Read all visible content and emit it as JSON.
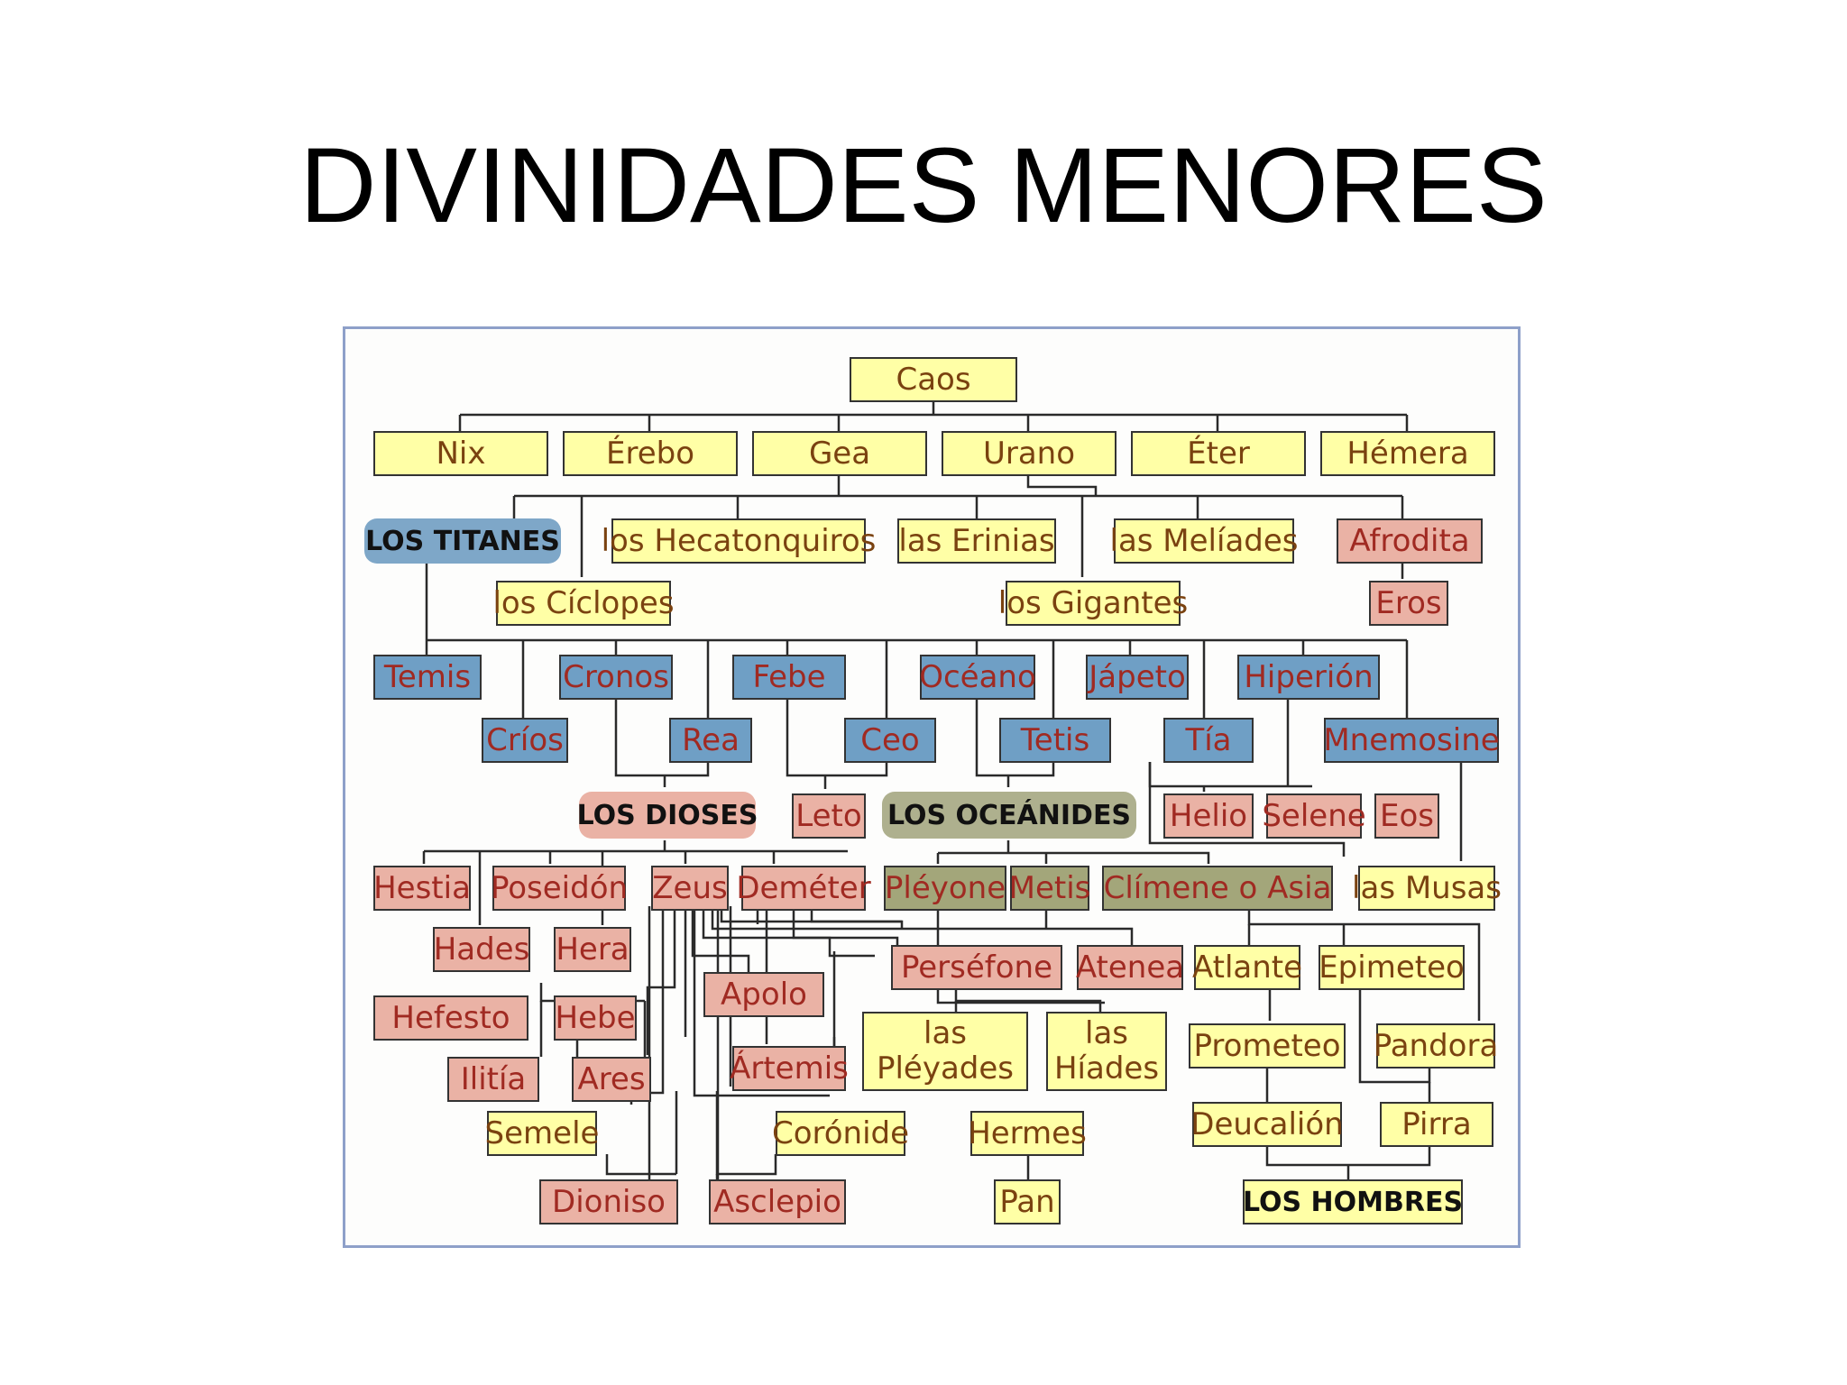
{
  "title": "DIVINIDADES MENORES",
  "nodes": {
    "caos": "Caos",
    "nix": "Nix",
    "erebo": "Érebo",
    "gea": "Gea",
    "urano": "Urano",
    "eter": "Éter",
    "hemera": "Hémera",
    "los_titanes": "LOS TITANES",
    "hecatonquiros": "los Hecatonquiros",
    "erinias": "las Erinias",
    "meliades": "las Melíades",
    "afrodita": "Afrodita",
    "ciclopes": "los Cíclopes",
    "gigantes": "los Gigantes",
    "eros": "Eros",
    "temis": "Temis",
    "cronos": "Cronos",
    "febe": "Febe",
    "oceano": "Océano",
    "japeto": "Jápeto",
    "hiperion": "Hiperión",
    "crios": "Críos",
    "rea": "Rea",
    "ceo": "Ceo",
    "tetis": "Tetis",
    "tia": "Tía",
    "mnemosine": "Mnemosine",
    "los_dioses": "LOS DIOSES",
    "leto": "Leto",
    "los_oceanides": "LOS OCEÁNIDES",
    "helio": "Helio",
    "selene": "Selene",
    "eos": "Eos",
    "hestia": "Hestia",
    "poseidon": "Poseidón",
    "zeus": "Zeus",
    "demeter": "Deméter",
    "pleyone": "Pléyone",
    "metis": "Metis",
    "climene": "Clímene o Asia",
    "musas": "las Musas",
    "hades": "Hades",
    "hera": "Hera",
    "persefone": "Perséfone",
    "atenea": "Atenea",
    "atlante": "Atlante",
    "epimeteo": "Epimeteo",
    "apolo": "Apolo",
    "hefesto": "Hefesto",
    "hebe": "Hebe",
    "pleyades_1": "las",
    "pleyades_2": "Pléyades",
    "hiades_1": "las",
    "hiades_2": "Híades",
    "prometeo": "Prometeo",
    "pandora": "Pandora",
    "ilitia": "Ilitía",
    "ares": "Ares",
    "artemis": "Ártemis",
    "semele": "Semele",
    "coronide": "Corónide",
    "hermes": "Hermes",
    "deucalion": "Deucalión",
    "pirra": "Pirra",
    "dioniso": "Dioniso",
    "asclepio": "Asclepio",
    "pan": "Pan",
    "los_hombres": "LOS HOMBRES"
  },
  "colors": {
    "yellow_box": "#ffffa6",
    "blue_box": "#6f9fc5",
    "pink_box": "#eab2a5",
    "olive_box": "#a3a67a",
    "text_red": "#a02a22",
    "frame_border": "#8ea0c9"
  }
}
